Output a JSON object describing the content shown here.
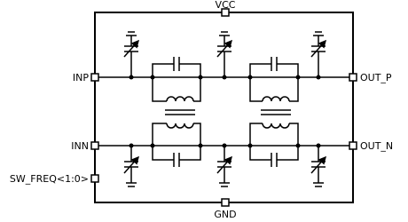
{
  "pins": {
    "vcc": "VCC",
    "gnd": "GND",
    "inp": "INP",
    "inn": "INN",
    "sw_freq": "SW_FREQ<1:0>",
    "out_p": "OUT_P",
    "out_n": "OUT_N"
  }
}
